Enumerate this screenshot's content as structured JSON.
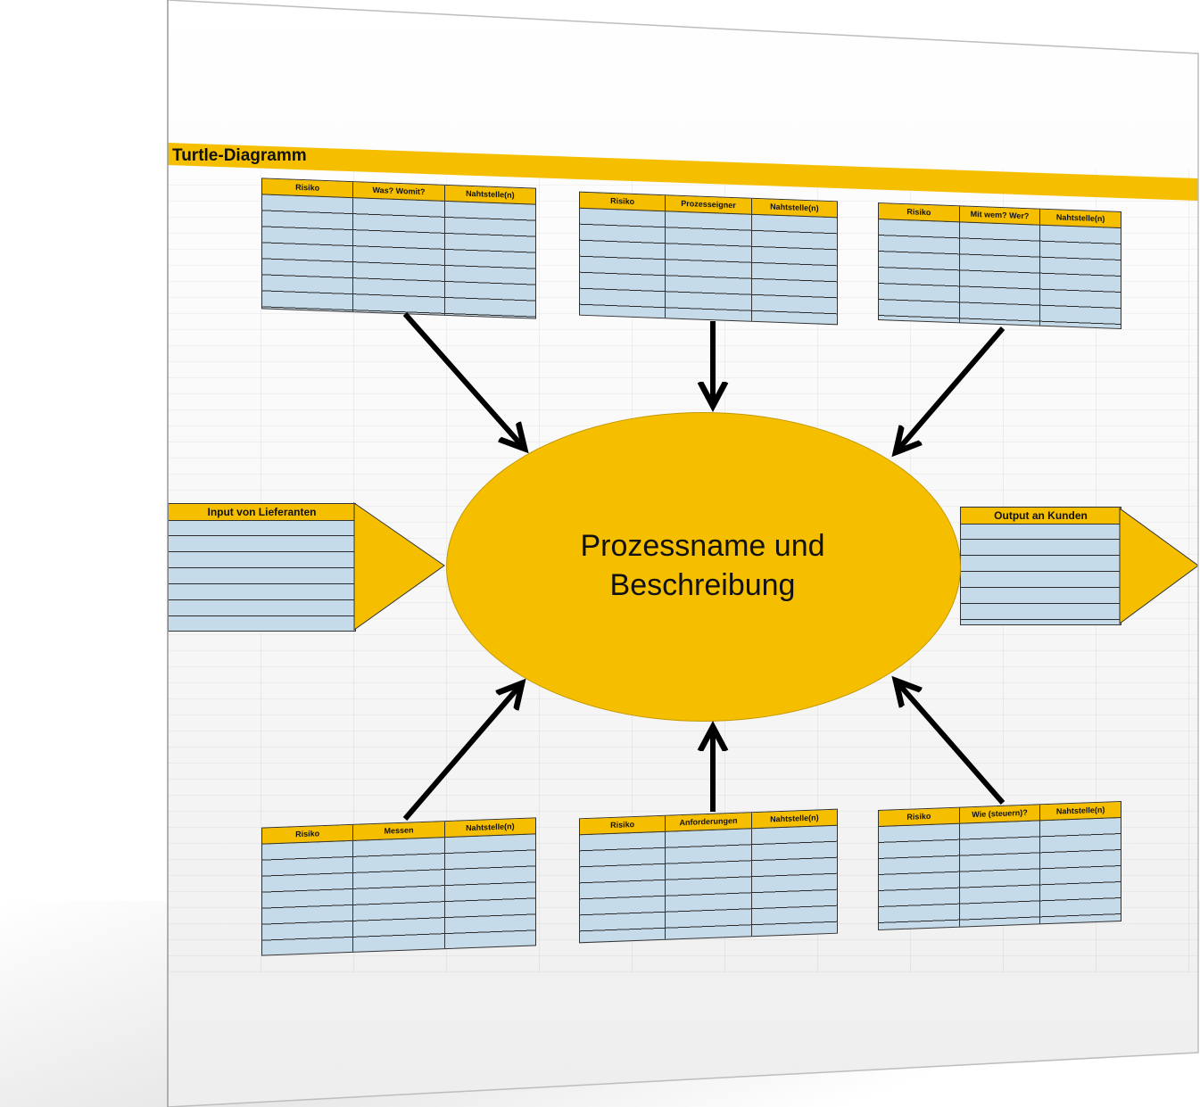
{
  "title": "Turtle-Diagramm",
  "center": {
    "line1": "Prozessname und",
    "line2": "Beschreibung"
  },
  "input_label": "Input von Lieferanten",
  "output_label": "Output an Kunden",
  "tables": {
    "top_left": [
      "Risiko",
      "Was? Womit?",
      "Nahtstelle(n)"
    ],
    "top_center": [
      "Risiko",
      "Prozesseigner",
      "Nahtstelle(n)"
    ],
    "top_right": [
      "Risiko",
      "Mit wem? Wer?",
      "Nahtstelle(n)"
    ],
    "bottom_left": [
      "Risiko",
      "Messen",
      "Nahtstelle(n)"
    ],
    "bottom_center": [
      "Risiko",
      "Anforderungen",
      "Nahtstelle(n)"
    ],
    "bottom_right": [
      "Risiko",
      "Wie (steuern)?",
      "Nahtstelle(n)"
    ]
  },
  "colors": {
    "accent": "#f5bf00",
    "cell": "#c5dbea",
    "arrow": "#000000"
  }
}
